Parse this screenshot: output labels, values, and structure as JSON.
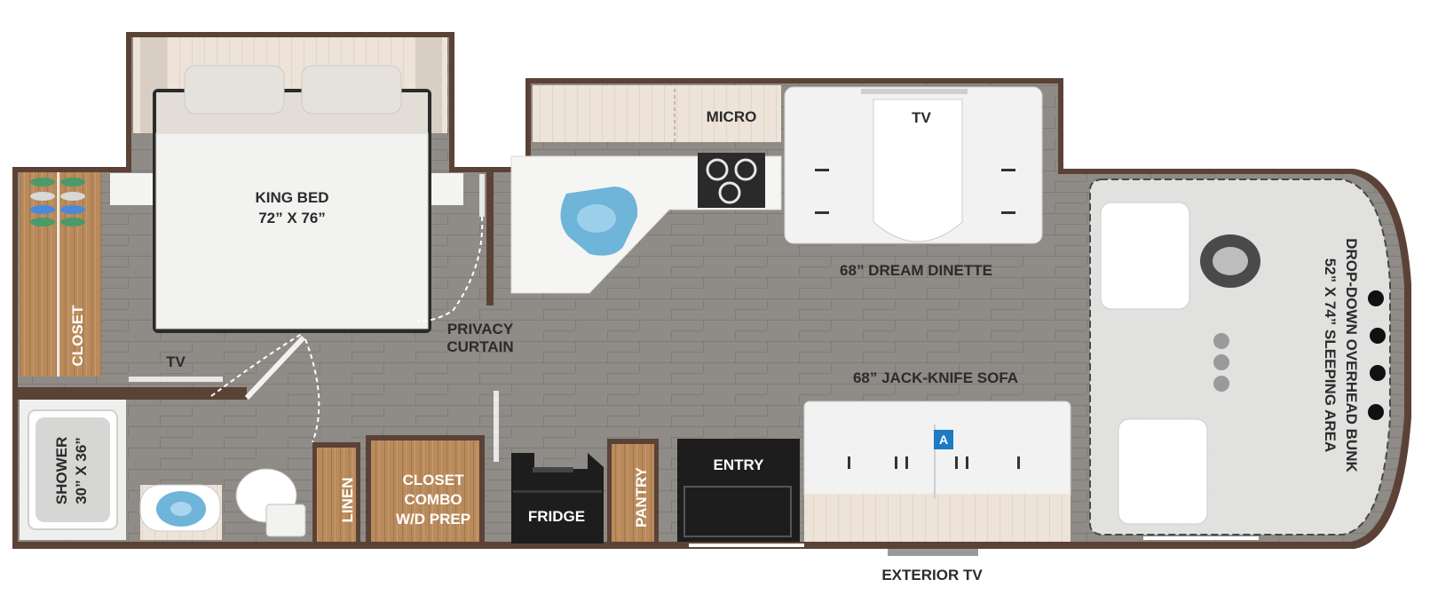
{
  "labels": {
    "king_bed": "KING BED",
    "king_bed_size": "72” X 76”",
    "closet": "CLOSET",
    "bedroom_tv": "TV",
    "micro": "MICRO",
    "dinette_tv": "TV",
    "dream_dinette": "68” DREAM DINETTE",
    "privacy_curtain_1": "PRIVACY",
    "privacy_curtain_2": "CURTAIN",
    "jackknife_sofa": "68” JACK-KNIFE SOFA",
    "shower_1": "SHOWER",
    "shower_2": "30” X 36”",
    "linen": "LINEN",
    "closet_combo_1": "CLOSET",
    "closet_combo_2": "COMBO",
    "closet_combo_3": "W/D PREP",
    "fridge": "FRIDGE",
    "pantry": "PANTRY",
    "entry": "ENTRY",
    "exterior_tv": "EXTERIOR TV",
    "bunk_1": "DROP-DOWN OVERHEAD BUNK",
    "bunk_2": "52” X 74” SLEEPING AREA",
    "sofa_marker": "A"
  },
  "colors": {
    "wall": "#5b4237",
    "floor": "#8f8b86",
    "cabinet_wood": "#b98a5b",
    "dark_appliance": "#1d1d1d",
    "counter": "#f5f5f3",
    "marker": "#1c7bc2"
  }
}
